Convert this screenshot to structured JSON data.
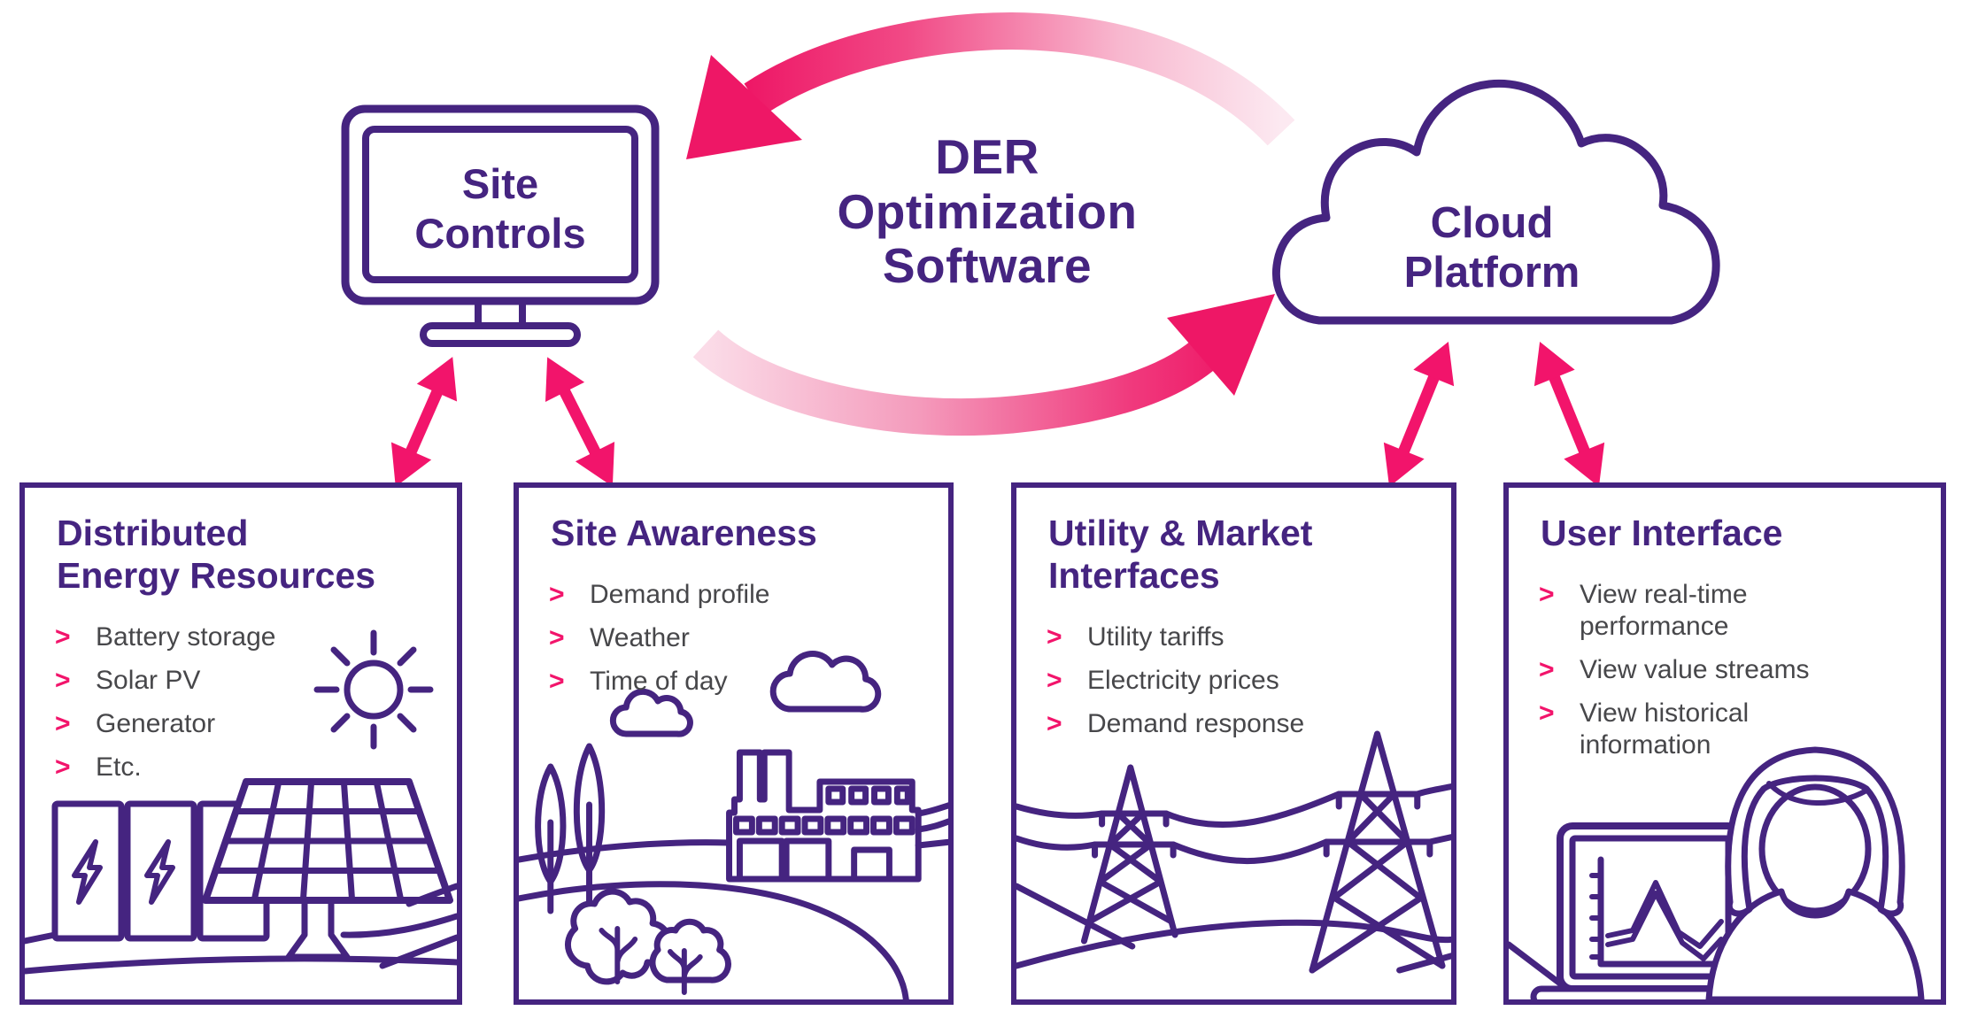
{
  "diagram": {
    "center_label": "DER\nOptimization\nSoftware",
    "site_controls_label": "Site\nControls",
    "cloud_platform_label": "Cloud\nPlatform"
  },
  "bullet_glyph": ">",
  "colors": {
    "purple": "#452480",
    "pink": "#F2146B",
    "pink_gradient_light": "#FCE9F1",
    "pink_gradient_dark": "#EE1766",
    "body_text": "#47474A"
  },
  "boxes": [
    {
      "title": "Distributed\nEnergy Resources",
      "items": [
        "Battery storage",
        "Solar PV",
        "Generator",
        "Etc."
      ]
    },
    {
      "title": "Site Awareness",
      "items": [
        "Demand profile",
        "Weather",
        "Time of day"
      ]
    },
    {
      "title": "Utility & Market\nInterfaces",
      "items": [
        "Utility tariffs",
        "Electricity prices",
        "Demand response"
      ]
    },
    {
      "title": "User Interface",
      "items": [
        "View real-time\nperformance",
        "View value streams",
        "View historical\ninformation"
      ]
    }
  ]
}
